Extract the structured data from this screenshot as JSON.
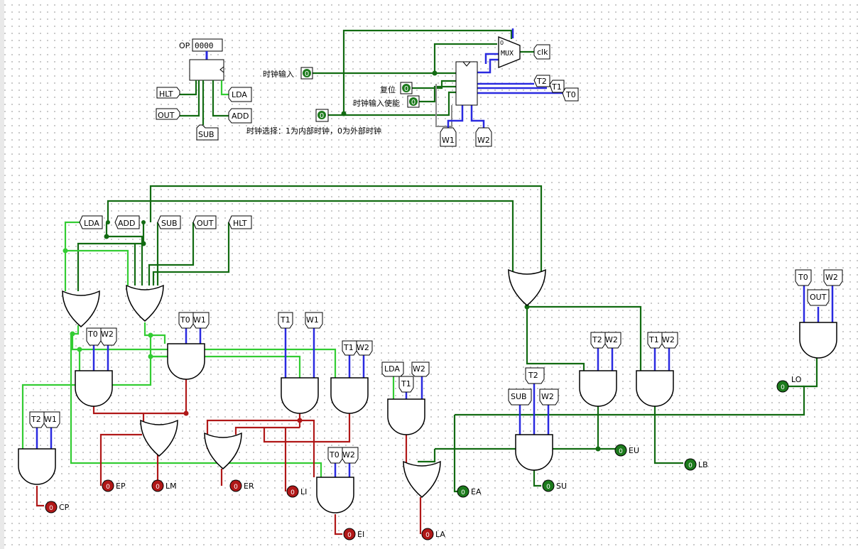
{
  "top": {
    "op_label": "OP",
    "op_value": "0000",
    "decoder_outputs": [
      "HLT",
      "OUT",
      "SUB",
      "LDA",
      "ADD"
    ],
    "clock_in_label": "时钟输入",
    "reset_label": "复位",
    "clock_enable_label": "时钟输入使能",
    "clock_select_text": "时钟选择：1为内部时钟，0为外部时钟",
    "mux_label": "MUX",
    "clk_label": "clk",
    "pin_value": "0",
    "timing_tags": [
      "T2",
      "T1",
      "T0",
      "W1",
      "W2"
    ]
  },
  "tags": {
    "lda": "LDA",
    "add": "ADD",
    "sub": "SUB",
    "out": "OUT",
    "hlt": "HLT",
    "t0": "T0",
    "t1": "T1",
    "t2": "T2",
    "w1": "W1",
    "w2": "W2"
  },
  "outputs": {
    "cp": "CP",
    "ep": "EP",
    "lm": "LM",
    "er": "ER",
    "li": "LI",
    "ei": "EI",
    "la": "LA",
    "ea": "EA",
    "su": "SU",
    "eu": "EU",
    "lb": "LB",
    "lo": "LO"
  },
  "led_value_red": "0",
  "led_value_green": "0",
  "colors": {
    "wire_dark": "#126b12",
    "wire_bright": "#33cc33",
    "wire_bus": "#2a2ae0",
    "wire_red": "#b01818",
    "wire_gray": "#8c8c8c"
  }
}
